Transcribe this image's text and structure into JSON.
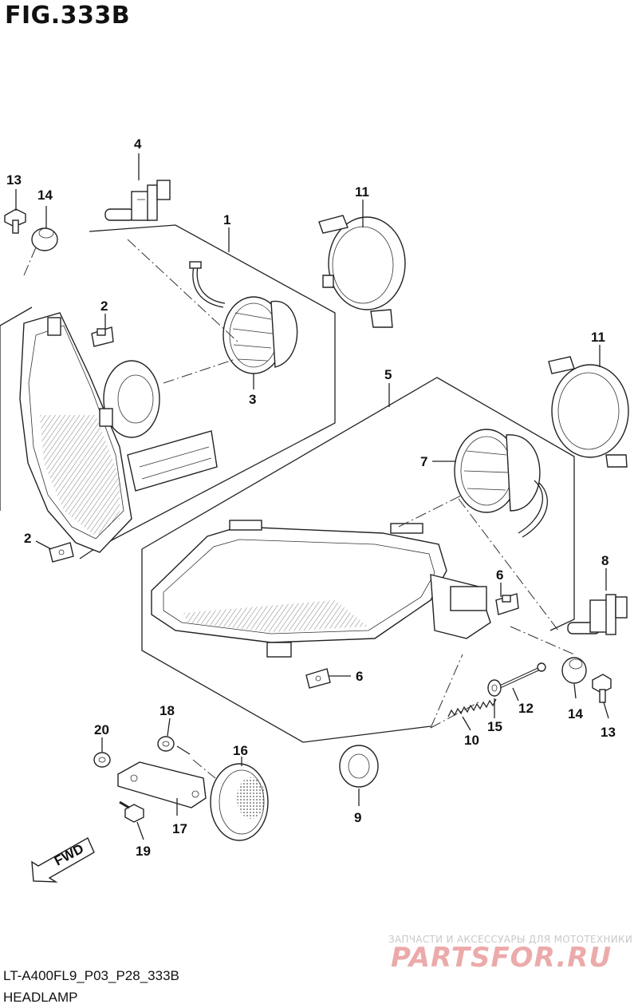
{
  "figure_title": "FIG.333B",
  "drawing_code": "LT-A400FL9_P03_P28_333B",
  "drawing_name": "HEADLAMP",
  "fwd_arrow_label": "FWD",
  "watermark": {
    "tagline": "ЗАПЧАСТИ И АКСЕССУАРЫ ДЛЯ МОТОТЕХНИКИ",
    "brand": "PARTSFOR.RU"
  },
  "callouts": [
    {
      "id": "callout-1",
      "text": "1"
    },
    {
      "id": "callout-2-top",
      "text": "2"
    },
    {
      "id": "callout-2-bottom",
      "text": "2"
    },
    {
      "id": "callout-3",
      "text": "3"
    },
    {
      "id": "callout-4",
      "text": "4"
    },
    {
      "id": "callout-5",
      "text": "5"
    },
    {
      "id": "callout-6-right",
      "text": "6"
    },
    {
      "id": "callout-6-bottom",
      "text": "6"
    },
    {
      "id": "callout-7",
      "text": "7"
    },
    {
      "id": "callout-8",
      "text": "8"
    },
    {
      "id": "callout-9",
      "text": "9"
    },
    {
      "id": "callout-10",
      "text": "10"
    },
    {
      "id": "callout-11-top",
      "text": "11"
    },
    {
      "id": "callout-11-right",
      "text": "11"
    },
    {
      "id": "callout-12",
      "text": "12"
    },
    {
      "id": "callout-13-left",
      "text": "13"
    },
    {
      "id": "callout-13-right",
      "text": "13"
    },
    {
      "id": "callout-14-left",
      "text": "14"
    },
    {
      "id": "callout-14-right",
      "text": "14"
    },
    {
      "id": "callout-15",
      "text": "15"
    },
    {
      "id": "callout-16",
      "text": "16"
    },
    {
      "id": "callout-17",
      "text": "17"
    },
    {
      "id": "callout-18",
      "text": "18"
    },
    {
      "id": "callout-19",
      "text": "19"
    },
    {
      "id": "callout-20",
      "text": "20"
    }
  ]
}
